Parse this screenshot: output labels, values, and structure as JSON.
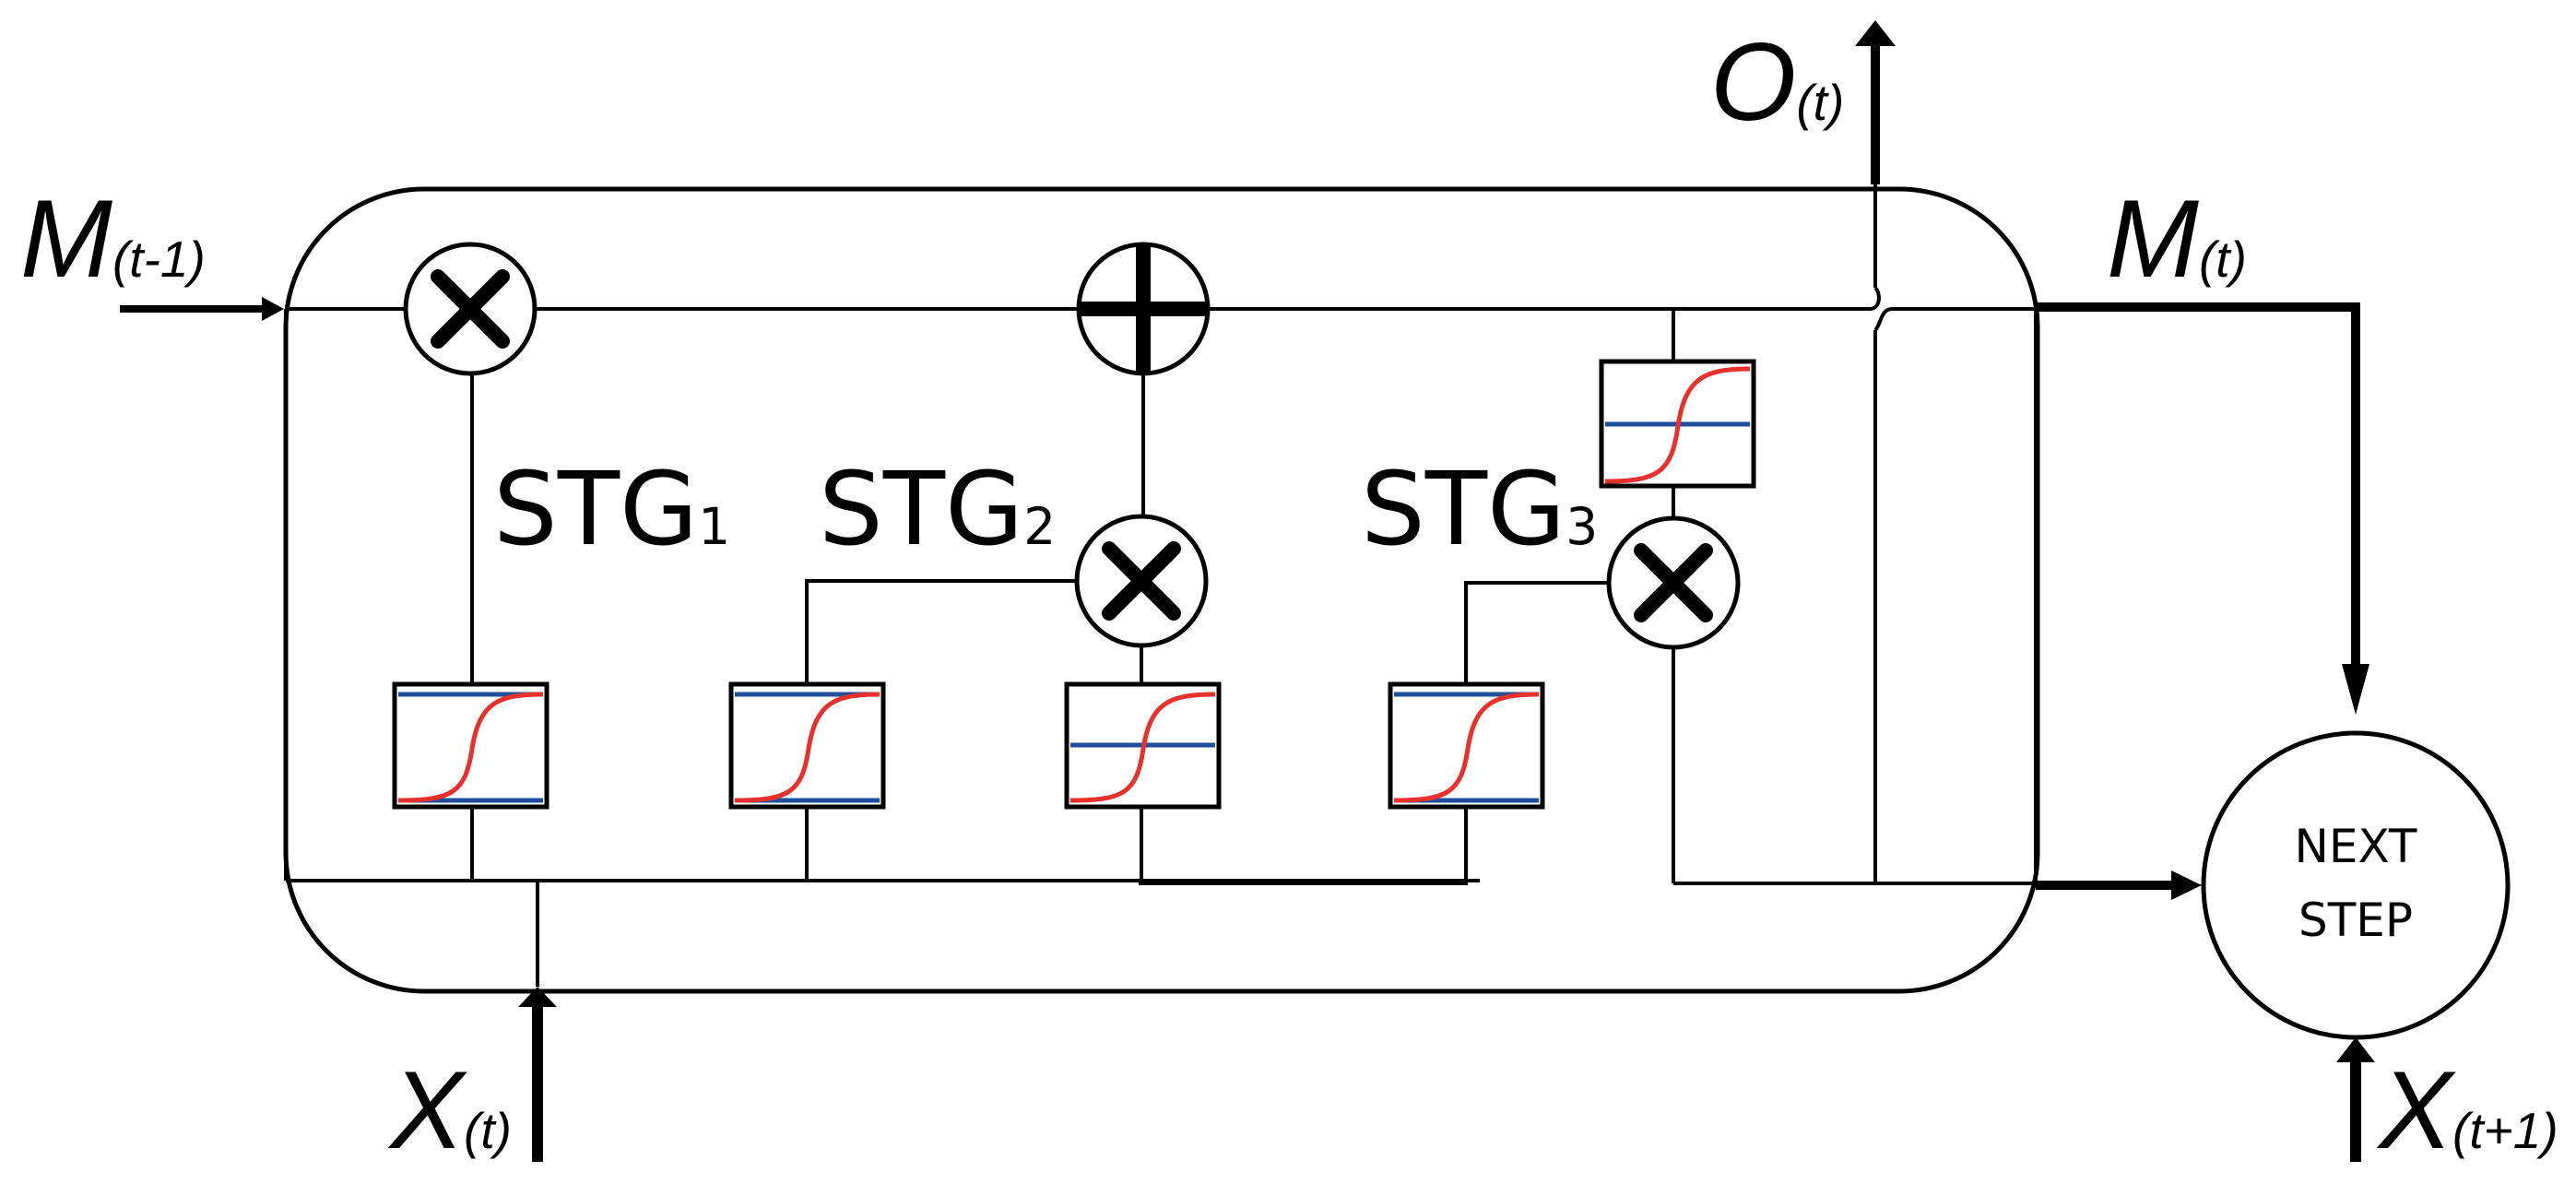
{
  "inputs": {
    "memory_prev": {
      "main": "M",
      "sub": "(t-1)"
    },
    "input_t": {
      "main": "X",
      "sub": "(t)"
    },
    "input_next": {
      "main": "X",
      "sub": "(t+1)"
    }
  },
  "outputs": {
    "output_t": {
      "main": "O",
      "sub": "(t)"
    },
    "memory_t": {
      "main": "M",
      "sub": "(t)"
    }
  },
  "gates": {
    "stg1": {
      "main": "STG",
      "sub": "1"
    },
    "stg2": {
      "main": "STG",
      "sub": "2"
    },
    "stg3": {
      "main": "STG",
      "sub": "3"
    }
  },
  "next_step": {
    "line1": "NEXT",
    "line2": "STEP"
  },
  "colors": {
    "stroke": "#000000",
    "sigmoid_curve": "#e8302c",
    "baseline": "#1f4e9a"
  }
}
